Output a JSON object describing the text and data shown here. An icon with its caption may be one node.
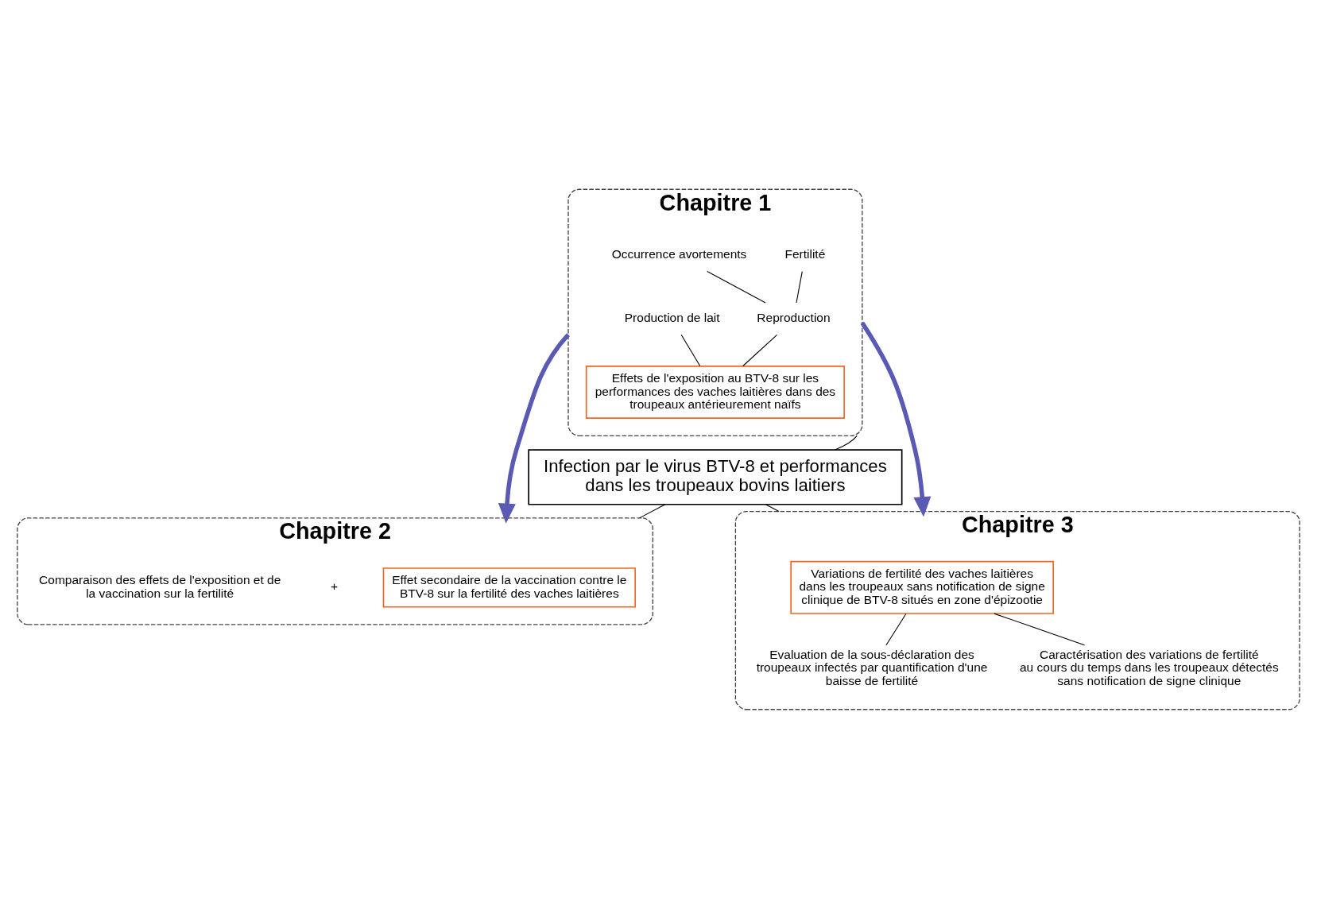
{
  "diagram": {
    "nodes": [
      {
        "text": [
          "Chapitre 1"
        ]
      },
      {
        "text": [
          "Fertilité"
        ],
        "in": 0
      },
      {
        "text": [
          "Occurrence avortements"
        ],
        "in": 0
      },
      {
        "text": [
          "Reproduction"
        ],
        "in": 0
      },
      {
        "text": [
          "Production de lait"
        ],
        "in": 0
      },
      {
        "text": [
          "Effets de l'exposition au BTV-8 sur les performances des vaches laitières dans des troupeaux antérieurement naïfs"
        ],
        "in": 0
      },
      {
        "text": [
          "Infection par le virus BTV-8 et performances dans les troupeaux bovins laitiers"
        ]
      },
      {
        "text": [
          "Chapitre 2"
        ]
      },
      {
        "text": [
          "Effet secondaire de la vaccination contre le BTV-8 sur la fertilité des vaches laitières"
        ],
        "in": 7
      },
      {
        "text": [
          "+"
        ],
        "in": 7
      },
      {
        "text": [
          "Comparaison des effets de l'exposition et de la vaccination sur la fertilité"
        ],
        "in": 7
      },
      {
        "text": [
          "Chapitre 3"
        ]
      },
      {
        "text": [
          "Variations de fertilité des vaches laitières dans les troupeaux sans notification de signe clinique de BTV-8 situés en zone d'épizootie"
        ],
        "in": 11
      },
      {
        "text": [
          "Evaluation de la sous-déclaration des troupeaux infectés par quantification d'une baisse de fertilité"
        ],
        "in": 11
      },
      {
        "text": [
          "Caractérisation des variations de fertilité au cours du temps dans les troupeaux détectés sans notification de signe clinique"
        ],
        "in": 11
      }
    ],
    "edges": [
      {
        "from": 1,
        "to": 3,
        "arrow": "none"
      },
      {
        "from": 2,
        "to": 3,
        "arrow": "none"
      },
      {
        "from": 3,
        "to": 5,
        "arrow": "none"
      },
      {
        "from": 4,
        "to": 5,
        "arrow": "none"
      },
      {
        "from": 6,
        "to": 0,
        "arrow": "none"
      },
      {
        "from": 6,
        "to": 7,
        "arrow": "none"
      },
      {
        "from": 6,
        "to": 11,
        "arrow": "none"
      },
      {
        "from": 0,
        "to": 7,
        "arrow": "to",
        "style": "thick",
        "color": "#5a5ab4"
      },
      {
        "from": 0,
        "to": 11,
        "arrow": "to",
        "style": "thick",
        "color": "#5a5ab4"
      },
      {
        "from": 12,
        "to": 13,
        "arrow": "none"
      },
      {
        "from": 12,
        "to": 14,
        "arrow": "none"
      }
    ]
  }
}
